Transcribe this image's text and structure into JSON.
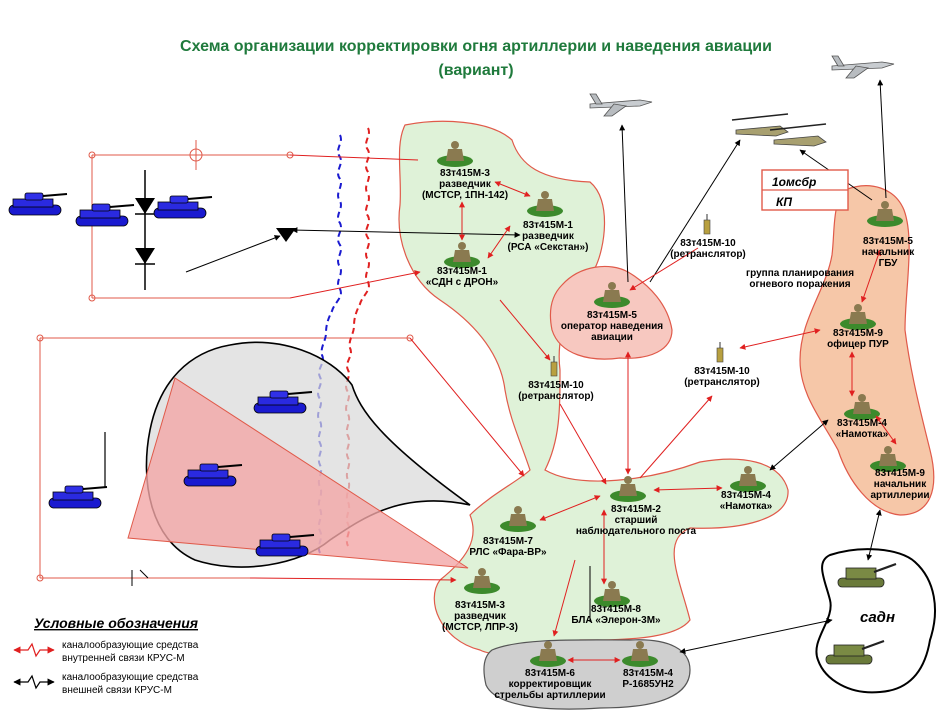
{
  "title": {
    "line1": "Схема организации корректировки огня артиллерии и наведения авиации",
    "line2": "(вариант)"
  },
  "nodes": {
    "scout1": [
      "83т415М-3",
      "разведчик",
      "(МСТСР, 1ПН-142)"
    ],
    "scout_rsa": [
      "83т415М-1",
      "разведчик",
      "(РСА «Секстан»)"
    ],
    "sdn": [
      "83т415М-1",
      "«СДН с ДРОН»"
    ],
    "retr_top": [
      "83т415М-10",
      "(ретранслятор)"
    ],
    "air_op": [
      "83т415М-5",
      "оператор наведения",
      "авиации"
    ],
    "retr_mid": [
      "83т415М-10",
      "(ретранслятор)"
    ],
    "retr_right": [
      "83т415М-10",
      "(ретранслятор)"
    ],
    "gbu": [
      "83т415М-5",
      "начальник",
      "ГБУ"
    ],
    "planning_group": [
      "группа планирования",
      "огневого поражения"
    ],
    "pur": [
      "83т415М-9",
      "офицер ПУР"
    ],
    "namotka_right": [
      "83т415М-4",
      "«Намотка»"
    ],
    "art_chief": [
      "83т415М-9",
      "начальник",
      "артиллерии"
    ],
    "senior": [
      "83т415М-2",
      "старший",
      "наблюдательного поста"
    ],
    "namotka_mid": [
      "83т415М-4",
      "«Намотка»"
    ],
    "rls": [
      "83т415М-7",
      "РЛС «Фара-ВР»"
    ],
    "scout2": [
      "83т415М-3",
      "разведчик",
      "(МСТСР, ЛПР-3)"
    ],
    "bla": [
      "83т415М-8",
      "БЛА «Элерон-3М»"
    ],
    "corrector": [
      "83т415М-6",
      "корректировщик",
      "стрельбы артиллерии"
    ],
    "p1685": [
      "83т415М-4",
      "Р-1685УН2"
    ]
  },
  "kp": {
    "line1": "1омсбр",
    "line2": "КП"
  },
  "sadn": "садн",
  "legend": {
    "title": "Условные обозначения",
    "internal": [
      "каналообразующие средства",
      "внутренней связи КРУС-М"
    ],
    "external": [
      "каналообразующие средства",
      "внешней связи КРУС-М"
    ]
  },
  "colors": {
    "title": "#1f7a3c",
    "green_zone": "#dff2d8",
    "pink_zone": "#f7c8c0",
    "orange_zone": "#f6c7a8",
    "gray_zone": "#cfcfcf",
    "zone_border": "#e05a4a",
    "internal_link": "#e02020",
    "external_link": "#000000",
    "tank": "#1a1ad0"
  }
}
